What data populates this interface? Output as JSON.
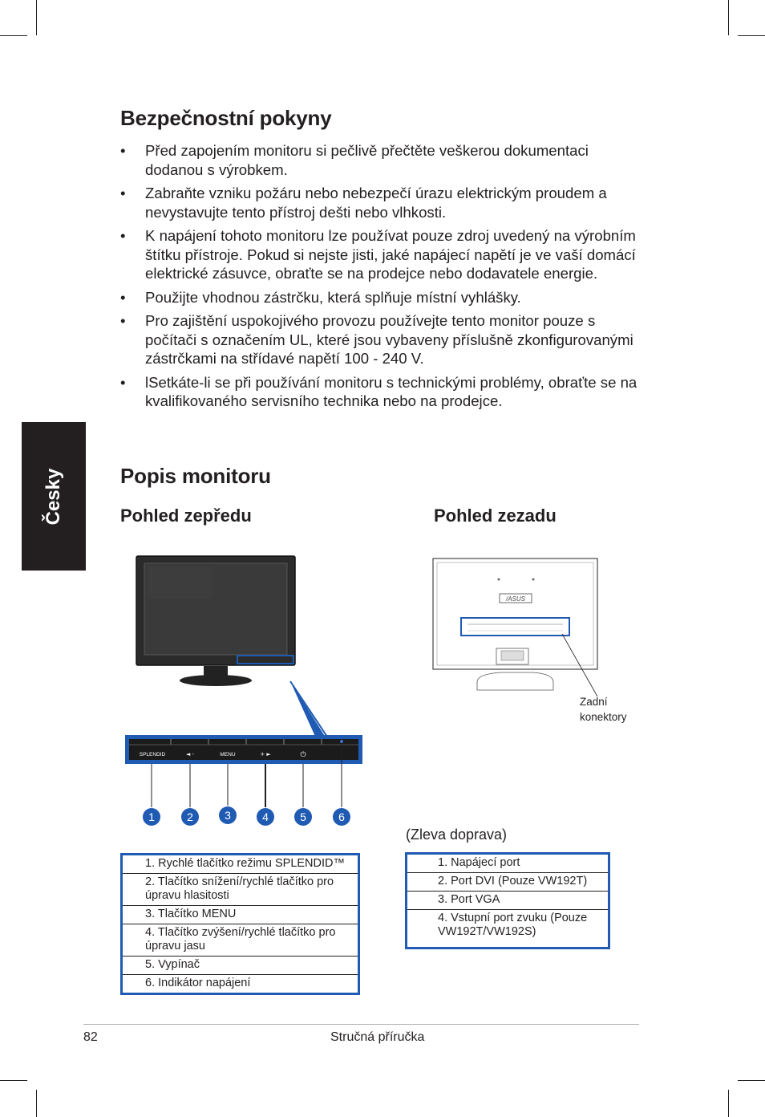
{
  "side_tab": "Česky",
  "safety": {
    "title": "Bezpečnostní pokyny",
    "items": [
      "Před zapojením monitoru si pečlivě přečtěte veškerou dokumentaci dodanou s výrobkem.",
      "Zabraňte vzniku požáru nebo nebezpečí úrazu elektrickým proudem a nevystavujte tento přístroj dešti nebo vlhkosti.",
      "K napájení tohoto monitoru lze používat pouze zdroj uvedený na výrobním štítku přístroje. Pokud si nejste jisti, jaké napájecí napětí je ve vaší domácí elektrické zásuvce, obraťte se na prodejce nebo dodavatele energie.",
      "Použijte vhodnou zástrčku, která splňuje místní vyhlášky.",
      "Pro zajištění uspokojivého provozu používejte tento monitor pouze s počítači s označením UL, které jsou vybaveny příslušně zkonfigurovanými zástrčkami na střídavé napětí 100 - 240 V.",
      "lSetkáte-li se při používání monitoru s technickými problémy, obraťte se na kvalifikovaného servisního technika nebo na prodejce."
    ]
  },
  "monitor": {
    "title": "Popis monitoru",
    "front_title": "Pohled zepředu",
    "rear_title": "Pohled zezadu",
    "button_labels": [
      "SPLENDID",
      "◄ -",
      "MENU",
      "+ ►",
      "⏻",
      ""
    ],
    "numbers": [
      "1",
      "2",
      "3",
      "4",
      "5",
      "6"
    ],
    "rear_logo": "/ASUS",
    "rear_callout": [
      "Zadní",
      "konektory"
    ],
    "rear_caption": "(Zleva doprava)",
    "front_legend": [
      "1. Rychlé tlačítko režimu SPLENDID™",
      "2. Tlačítko snížení/rychlé tlačítko pro úpravu hlasitosti",
      "3. Tlačítko MENU",
      "4. Tlačítko zvýšení/rychlé tlačítko pro úpravu jasu",
      "5. Vypínač",
      "6. Indikátor napájení"
    ],
    "rear_legend": [
      "1. Napájecí port",
      "2. Port DVI (Pouze VW192T)",
      "3. Port VGA",
      "4. Vstupní port zvuku (Pouze VW192T/VW192S)"
    ],
    "accent_color": "#1f5ab3"
  },
  "footer": {
    "page_number": "82",
    "title": "Stručná příručka"
  }
}
